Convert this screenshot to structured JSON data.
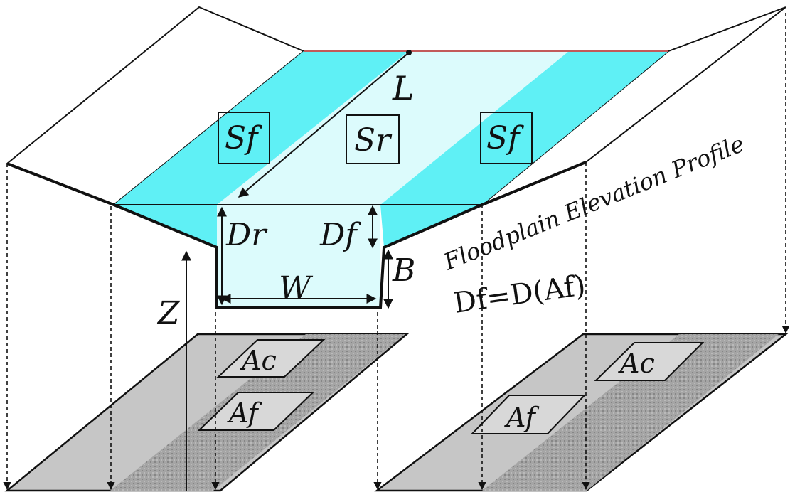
{
  "labels": {
    "L": "L",
    "Sf_left": "Sf",
    "Sr": "Sr",
    "Sf_right": "Sf",
    "Dr": "Dr",
    "Df": "Df",
    "W": "W",
    "B": "B",
    "Z": "Z",
    "profile_title": "Floodplain Elevation Profile",
    "equation": "Df=D(Af)",
    "Ac_left": "Ac",
    "Af_left": "Af",
    "Ac_right": "Ac",
    "Af_right": "Af"
  },
  "colors": {
    "floodplain_water": "#5ff0f5",
    "channel_water": "#dcfbfc",
    "ground_plane": "#c4c4c4",
    "strip": "#a8a8a8",
    "outline": "#111111"
  }
}
